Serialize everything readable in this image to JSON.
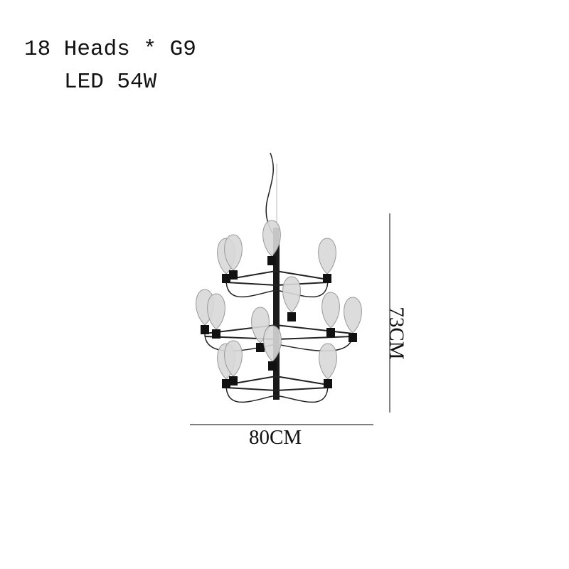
{
  "specs": {
    "line1": "18 Heads * G9",
    "line2": "LED 54W"
  },
  "dimensions": {
    "width": "80CM",
    "height": "73CM"
  }
}
